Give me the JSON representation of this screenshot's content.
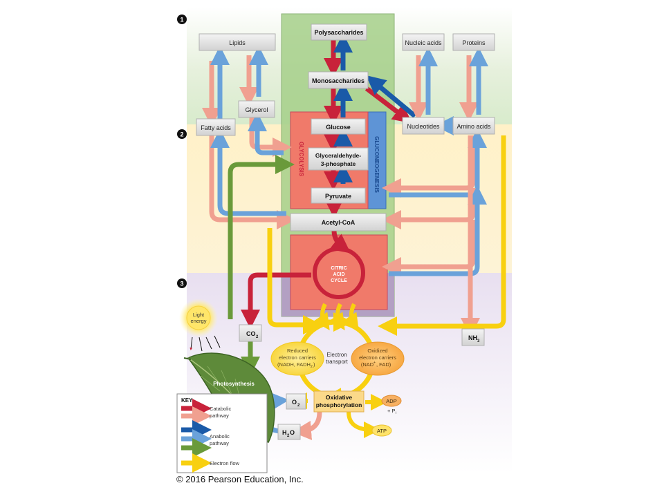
{
  "section_numbers": [
    "1",
    "2",
    "3"
  ],
  "boxes": {
    "lipids": "Lipids",
    "polysaccharides": "Polysaccharides",
    "nucleic_acids": "Nucleic acids",
    "proteins": "Proteins",
    "monosaccharides": "Monosaccharides",
    "glycerol": "Glycerol",
    "fatty_acids": "Fatty acids",
    "glucose": "Glucose",
    "nucleotides": "Nucleotides",
    "amino_acids": "Amino acids",
    "g3p_line1": "Glyceraldehyde-",
    "g3p_line2": "3-phosphate",
    "pyruvate": "Pyruvate",
    "acetyl_coa": "Acetyl-CoA",
    "co2": "CO",
    "co2_sub": "2",
    "nh3": "NH",
    "nh3_sub": "3",
    "o2": "O",
    "o2_sub": "2",
    "h2o_h": "H",
    "h2o_sub": "2",
    "h2o_o": "O",
    "oxphos_line1": "Oxidative",
    "oxphos_line2": "phosphorylation",
    "adp": "ADP",
    "pi": "+ P",
    "pi_sub": "i",
    "atp": "ATP"
  },
  "labels": {
    "glycolysis": "GLYCOLYSIS",
    "gluconeogenesis": "GLUCONEOGENESIS",
    "citric_line1": "CITRIC",
    "citric_line2": "ACID",
    "citric_line3": "CYCLE",
    "light_line1": "Light",
    "light_line2": "energy",
    "photosynthesis": "Photosynthesis",
    "reduced_line1": "Reduced",
    "reduced_line2": "electron carriers",
    "reduced_line3": "(NADH, FADH",
    "reduced_sub": "2",
    "reduced_close": ")",
    "et_line1": "Electron",
    "et_line2": "transport",
    "oxidized_line1": "Oxidized",
    "oxidized_line2": "electron carriers",
    "oxidized_line3": "(NAD",
    "oxidized_sup": "+",
    "oxidized_close": ", FAD)"
  },
  "key": {
    "title": "KEY",
    "catabolic_line1": "Catabolic",
    "catabolic_line2": "pathway",
    "anabolic_line1": "Anabolic",
    "anabolic_line2": "pathway",
    "electron_flow": "Electron flow"
  },
  "colors": {
    "catabolic_dark": "#c8223a",
    "catabolic_light": "#f0a090",
    "anabolic_dark": "#1a5aa8",
    "anabolic_light": "#6aa2da",
    "anabolic_green": "#6a9a3a",
    "electron_flow": "#f8d010",
    "band1": "#e0eed8",
    "band2": "#fdf0c6",
    "band3": "#e6dcee"
  },
  "copyright": "© 2016 Pearson Education, Inc."
}
